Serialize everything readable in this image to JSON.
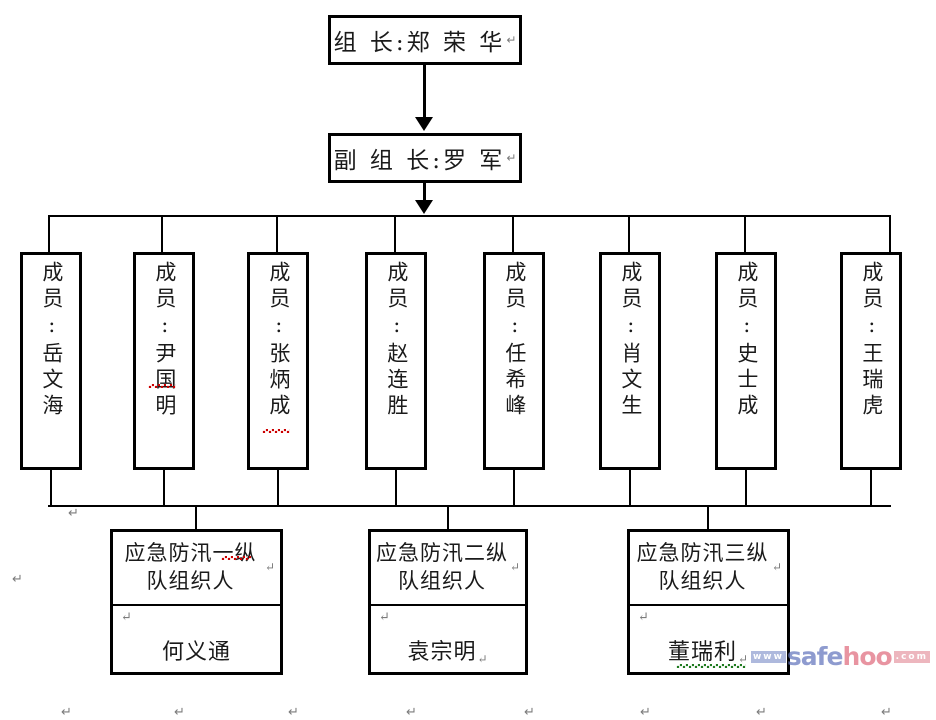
{
  "diagram": {
    "type": "organization-chart",
    "leader": {
      "label": "组 长:郑 荣 华",
      "pilcrow": "↵"
    },
    "vice_leader": {
      "label": "副 组 长:罗 军",
      "pilcrow": "↵"
    },
    "members": [
      {
        "label": "成员:岳文海",
        "pilcrow": "↵",
        "spellcheck": "none"
      },
      {
        "label": "成员:尹国明",
        "pilcrow": "↵",
        "spellcheck": "red"
      },
      {
        "label": "成员:张炳成",
        "pilcrow": "↵",
        "spellcheck": "red"
      },
      {
        "label": "成员:赵连胜",
        "pilcrow": "↵",
        "spellcheck": "none"
      },
      {
        "label": "成员:任希峰",
        "pilcrow": "↵",
        "spellcheck": "none"
      },
      {
        "label": "成员:肖文生",
        "pilcrow": "↵",
        "spellcheck": "none"
      },
      {
        "label": "成员:史士成",
        "pilcrow": "↵",
        "spellcheck": "none"
      },
      {
        "label": "成员:王瑞虎",
        "pilcrow": "↵",
        "spellcheck": "none"
      }
    ],
    "teams": [
      {
        "title": "应急防汛一纵队组织人",
        "name": "何义通",
        "title_pilcrow": "↵",
        "name_pilcrow": "↵",
        "cell_pilcrow": "↵",
        "title_spellcheck": "red",
        "name_spellcheck": "none"
      },
      {
        "title": "应急防汛二纵队组织人",
        "name": "袁宗明",
        "title_pilcrow": "↵",
        "name_pilcrow": "↵",
        "cell_pilcrow": "↵",
        "title_spellcheck": "none",
        "name_spellcheck": "none"
      },
      {
        "title": "应急防汛三纵队组织人",
        "name": "董瑞利",
        "title_pilcrow": "↵",
        "name_pilcrow": "↵",
        "cell_pilcrow": "↵",
        "title_spellcheck": "none",
        "name_spellcheck": "green"
      }
    ],
    "stray_pilcrows": [
      {
        "mark": "↵"
      },
      {
        "mark": "↵"
      }
    ],
    "colors": {
      "border": "#000000",
      "text": "#1a1a1a",
      "background": "#ffffff",
      "spellcheck_red": "#cc0000",
      "spellcheck_green": "#1e7a1e",
      "pilcrow": "#7b7b7b"
    }
  },
  "watermark": {
    "www": "www",
    "safe": "safe",
    "hoo": "hoo",
    "com": ".com",
    "full": "www.safehoo.com"
  }
}
